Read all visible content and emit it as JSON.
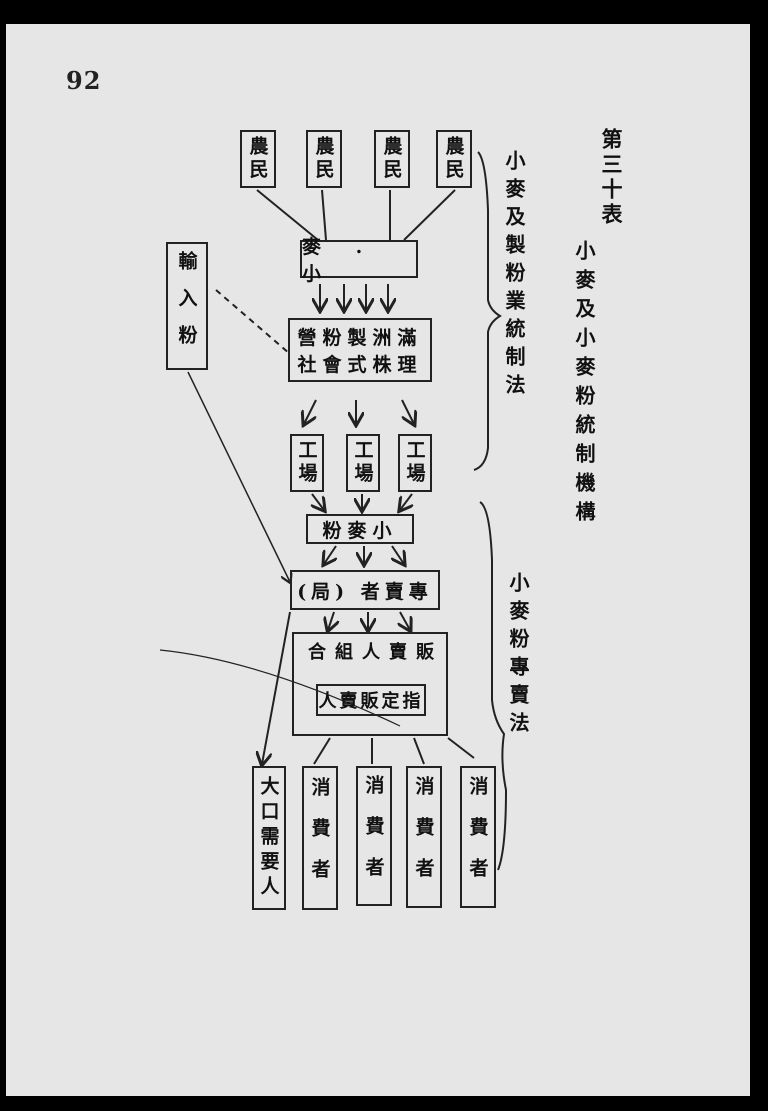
{
  "page_number": "92",
  "table_title": "第三十表",
  "table_subtitle": "小麥及小麥粉統制機構",
  "farmers": [
    "農民",
    "農民",
    "農民",
    "農民"
  ],
  "wheat": "麥 . 小",
  "imported_flour": "輸入粉",
  "company_line1": "營粉製洲滿",
  "company_line2": "社會式株理",
  "factories": [
    "工場",
    "工場",
    "工場"
  ],
  "flour": "粉麥小",
  "exclusive_seller": "(局) 者賣專",
  "retail_union": "合組人賣販",
  "designated_seller": "人賣販定指",
  "large_consumers": "大口需要人",
  "consumers": [
    "消費者",
    "消費者",
    "消費者",
    "消費者"
  ],
  "law1": "小麥及製粉業統制法",
  "law2": "小麥粉專賣法"
}
